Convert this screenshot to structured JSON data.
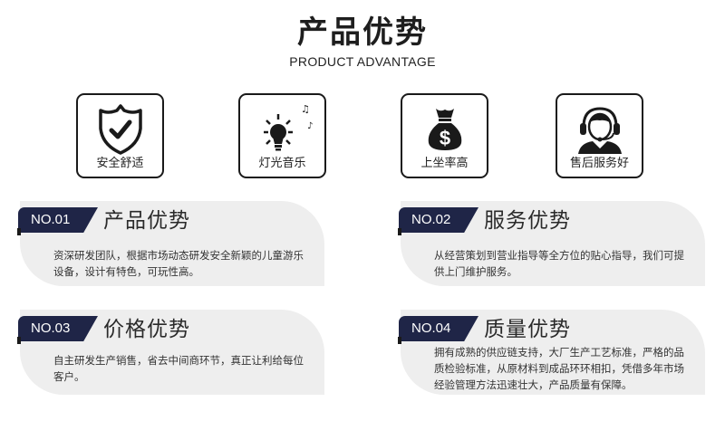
{
  "header": {
    "title": "产品优势",
    "subtitle": "PRODUCT ADVANTAGE"
  },
  "features": [
    {
      "icon": "shield-check-icon",
      "label": "安全舒适"
    },
    {
      "icon": "lightbulb-music-icon",
      "label": "灯光音乐"
    },
    {
      "icon": "money-bag-icon",
      "label": "上坐率高"
    },
    {
      "icon": "headset-agent-icon",
      "label": "售后服务好"
    }
  ],
  "advantages": [
    {
      "number": "NO.01",
      "title": "产品优势",
      "text": "资深研发团队，根据市场动态研发安全新颖的儿童游乐设备，设计有特色，可玩性高。"
    },
    {
      "number": "NO.02",
      "title": "服务优势",
      "text": "从经营策划到营业指导等全方位的贴心指导，我们可提供上门维护服务。"
    },
    {
      "number": "NO.03",
      "title": "价格优势",
      "text": "自主研发生产销售，省去中间商环节，真正让利给每位客户。"
    },
    {
      "number": "NO.04",
      "title": "质量优势",
      "text": "拥有成熟的供应链支持，大厂生产工艺标准，严格的品质检验标准，从原材料到成品环环相扣，凭借多年市场经验管理方法迅速壮大，产品质量有保障。"
    }
  ],
  "colors": {
    "badge": "#1f2547",
    "card_bg": "#eeeeee",
    "border": "#1a1a1a"
  }
}
